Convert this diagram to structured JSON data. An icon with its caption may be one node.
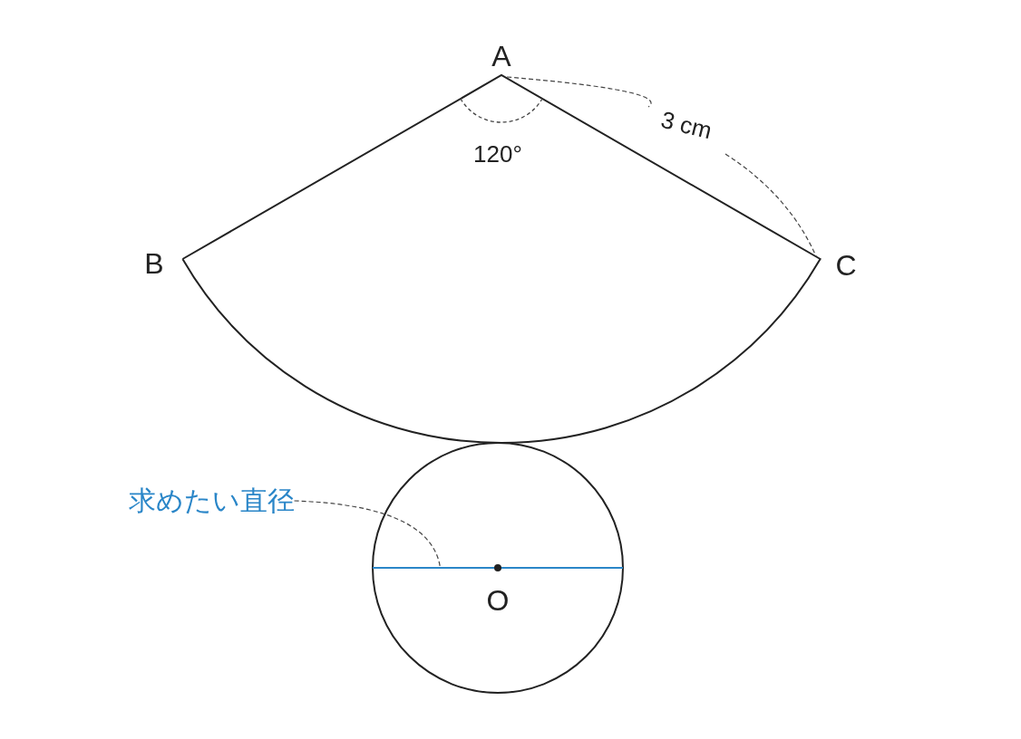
{
  "diagram": {
    "nodes": [
      {
        "text": [
          "求めたい直径"
        ]
      },
      {
        "text": [],
        "shape": "line"
      }
    ],
    "edges": [
      {
        "from": 0,
        "to": 1,
        "arrow": "none",
        "style": "dashed"
      }
    ],
    "labels": [
      "A",
      "3 cm",
      "120°",
      "B",
      "C",
      "O"
    ]
  }
}
